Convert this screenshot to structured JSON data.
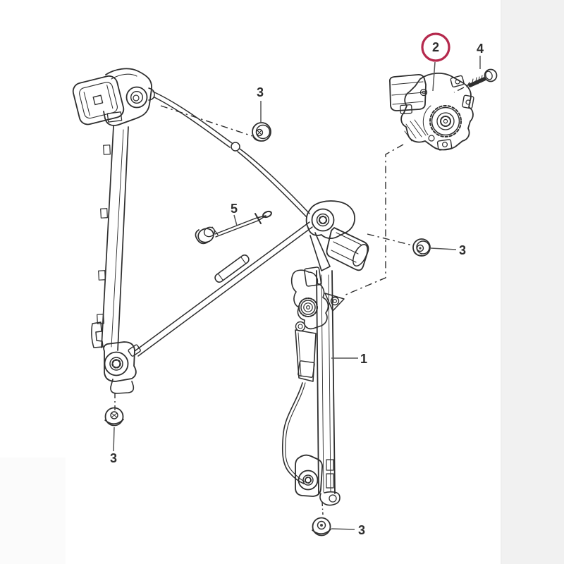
{
  "figure": {
    "kind": "exploded-parts-diagram",
    "subject": "window regulator with electric motor",
    "background_color": "#ffffff",
    "line_color": "#2e2e2e",
    "highlight_circle_color": "#b5294d",
    "label_color": "#2d2d2d"
  },
  "callouts": {
    "part1": {
      "label": "1"
    },
    "part2": {
      "label": "2",
      "highlighted": true
    },
    "part3_top": {
      "label": "3"
    },
    "part3_right": {
      "label": "3"
    },
    "part3_bottom_left": {
      "label": "3"
    },
    "part3_bottom_right": {
      "label": "3"
    },
    "part4": {
      "label": "4"
    },
    "part5": {
      "label": "5"
    }
  }
}
